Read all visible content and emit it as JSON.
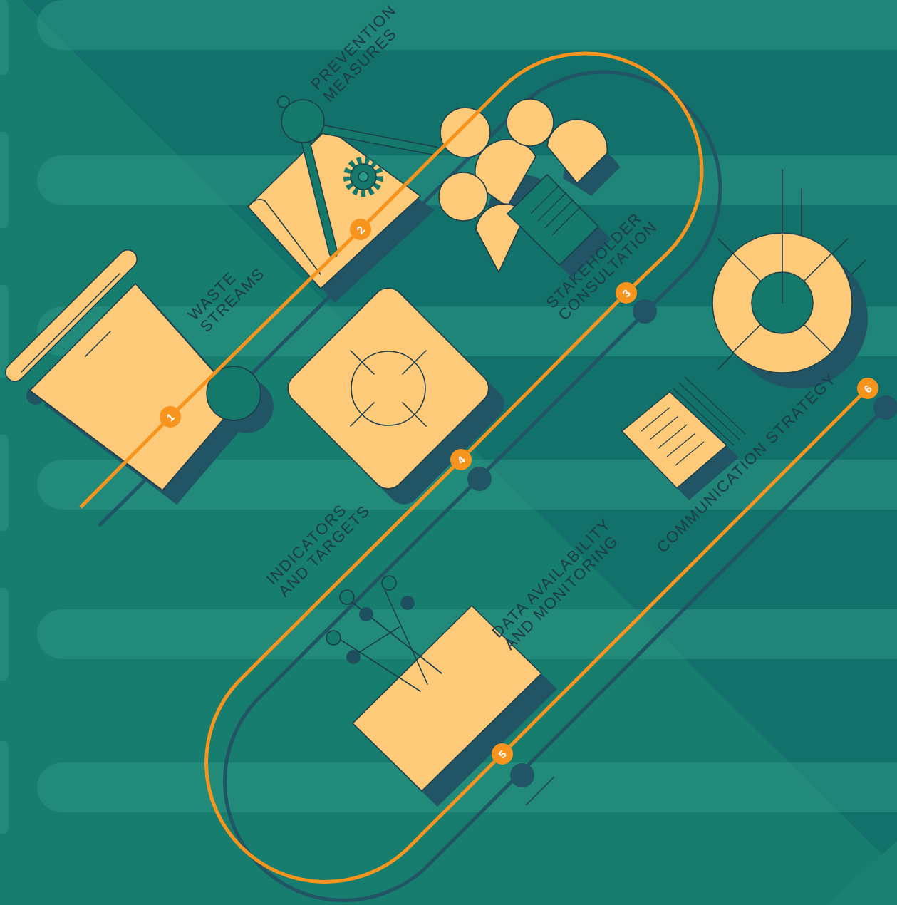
{
  "diagram": {
    "nodes": [
      {
        "text": [
          "1"
        ]
      },
      {
        "text": [
          "2"
        ]
      },
      {
        "text": [
          "3"
        ]
      },
      {
        "text": [
          "4"
        ]
      },
      {
        "text": [
          "5"
        ]
      },
      {
        "text": [
          "6"
        ]
      }
    ],
    "edges": [
      {
        "from": 0,
        "to": 1,
        "arrow": "none"
      },
      {
        "from": 1,
        "to": 2,
        "arrow": "none"
      },
      {
        "from": 2,
        "to": 3,
        "arrow": "none"
      },
      {
        "from": 3,
        "to": 4,
        "arrow": "none"
      },
      {
        "from": 4,
        "to": 5,
        "arrow": "none"
      }
    ],
    "labels": [
      "WASTE STREAMS",
      "PREVENTION MEASURES",
      "STAKEHOLDER CONSULTATION",
      "INDICATORS AND TARGETS",
      "DATA AVAILABILITY AND MONITORING",
      "COMMUNICATION STRATEGY"
    ]
  }
}
